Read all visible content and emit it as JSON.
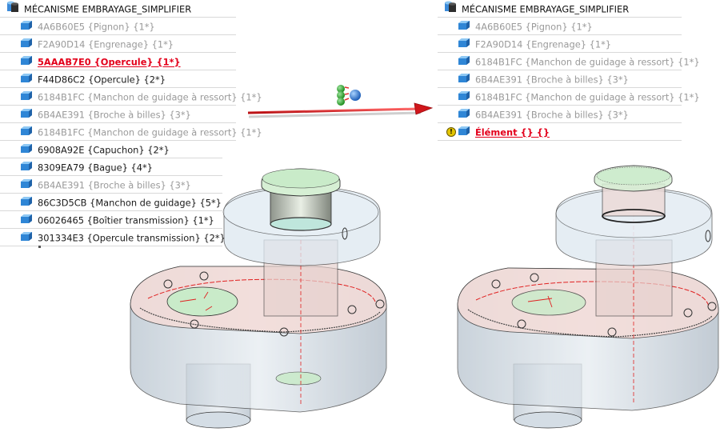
{
  "left_tree": {
    "root": {
      "label": "MÉCANISME EMBRAYAGE_SIMPLIFIER",
      "icon": "assembly-icon"
    },
    "items": [
      {
        "label": "4A6B60E5 {Pignon} {1*}",
        "state": "dim",
        "icon": "part-icon"
      },
      {
        "label": "F2A90D14 {Engrenage} {1*}",
        "state": "dim",
        "icon": "part-icon"
      },
      {
        "label": "5AAAB7E0 {Opercule} {1*}",
        "state": "error",
        "icon": "part-icon"
      },
      {
        "label": "F44D86C2 {Opercule} {2*}",
        "state": "normal",
        "icon": "part-icon"
      },
      {
        "label": "6184B1FC {Manchon de guidage à ressort} {1*}",
        "state": "dim",
        "icon": "part-icon"
      },
      {
        "label": "6B4AE391 {Broche à billes} {3*}",
        "state": "dim",
        "icon": "part-icon"
      },
      {
        "label": "6184B1FC {Manchon de guidage à ressort} {1*}",
        "state": "dim",
        "icon": "part-icon"
      },
      {
        "label": "6908A92E {Capuchon} {2*}",
        "state": "normal",
        "icon": "part-icon"
      },
      {
        "label": "8309EA79 {Bague} {4*}",
        "state": "normal",
        "icon": "part-icon"
      },
      {
        "label": "6B4AE391 {Broche à billes} {3*}",
        "state": "dim",
        "icon": "part-icon"
      },
      {
        "label": "86C3D5CB {Manchon de guidage} {5*}",
        "state": "normal",
        "icon": "part-icon"
      },
      {
        "label": "06026465 {Boîtier transmission} {1*}",
        "state": "normal",
        "icon": "part-icon"
      },
      {
        "label": "301334E3 {Opercule transmission} {2*}",
        "state": "normal",
        "icon": "part-icon"
      }
    ]
  },
  "right_tree": {
    "root": {
      "label": "MÉCANISME EMBRAYAGE_SIMPLIFIER",
      "icon": "assembly-icon"
    },
    "items": [
      {
        "label": "4A6B60E5 {Pignon} {1*}",
        "state": "dim",
        "icon": "part-icon"
      },
      {
        "label": "F2A90D14 {Engrenage} {1*}",
        "state": "dim",
        "icon": "part-icon"
      },
      {
        "label": "6184B1FC {Manchon de guidage à ressort} {1*}",
        "state": "dim",
        "icon": "part-icon"
      },
      {
        "label": "6B4AE391 {Broche à billes} {3*}",
        "state": "dim",
        "icon": "part-icon"
      },
      {
        "label": "6184B1FC {Manchon de guidage à ressort} {1*}",
        "state": "dim",
        "icon": "part-icon"
      },
      {
        "label": "6B4AE391 {Broche à billes} {3*}",
        "state": "dim",
        "icon": "part-icon"
      },
      {
        "label": "Élément  {} {}",
        "state": "error",
        "icon": "part-icon",
        "warning": true
      }
    ]
  },
  "transition": {
    "icon": "simplify-molecule-icon",
    "arrow": "right-arrow"
  },
  "colors": {
    "error_text": "#e3001b",
    "dim_text": "#9a9a9a",
    "part_icon": "#2f86d6",
    "arrow": "#d0161b",
    "highlight_face": "#c9ebc9"
  },
  "views": {
    "left": {
      "label": "assembly-before-simplification"
    },
    "right": {
      "label": "assembly-after-simplification"
    }
  }
}
